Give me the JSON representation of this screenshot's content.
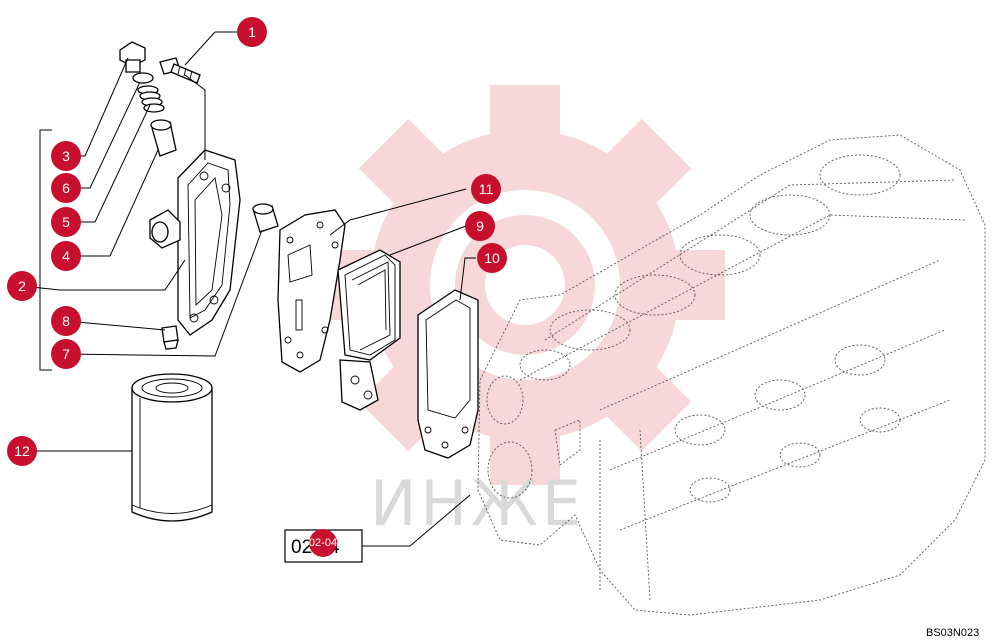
{
  "diagram": {
    "callouts": [
      {
        "id": "c1",
        "label": "1"
      },
      {
        "id": "c2",
        "label": "2"
      },
      {
        "id": "c3",
        "label": "3"
      },
      {
        "id": "c4",
        "label": "4"
      },
      {
        "id": "c5",
        "label": "5"
      },
      {
        "id": "c6",
        "label": "6"
      },
      {
        "id": "c7",
        "label": "7"
      },
      {
        "id": "c8",
        "label": "8"
      },
      {
        "id": "c9",
        "label": "9"
      },
      {
        "id": "c10",
        "label": "10"
      },
      {
        "id": "c11",
        "label": "11"
      },
      {
        "id": "c12",
        "label": "12"
      }
    ],
    "reference_box": {
      "text": "02-04",
      "badge": "02-04"
    },
    "drawing_code": "BS03N023",
    "watermark_text": "ИНЖЕ",
    "colors": {
      "badge": "#c8102e",
      "watermark": "#f2b8b8",
      "line": "#000000"
    }
  }
}
